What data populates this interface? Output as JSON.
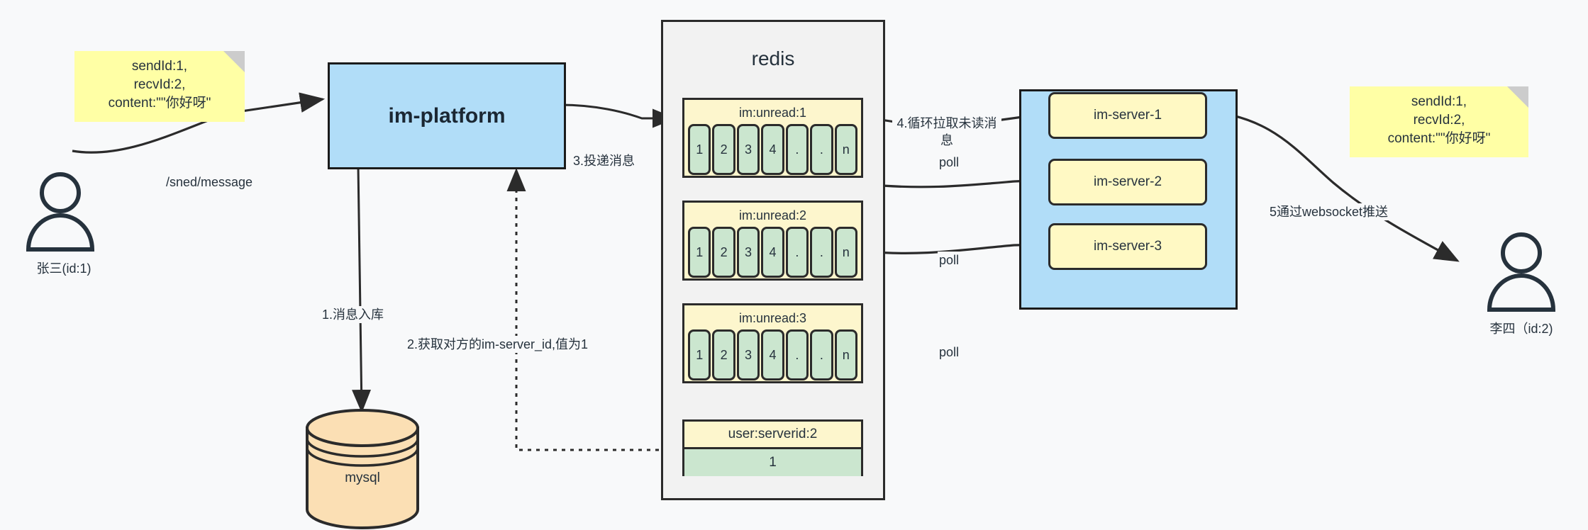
{
  "diagram": {
    "title": "im message flow",
    "colors": {
      "background": "#f8f9fa",
      "note": "#ffffa5",
      "note_fold": "#cccccc",
      "platform": "#b1ddf8",
      "redis_container": "#f2f2f2",
      "list_frame": "#fdf6cd",
      "list_cell": "#cbe6cf",
      "server_node": "#fff9c4",
      "mysql": "#fbdfb4",
      "stroke": "#2b2b2b"
    }
  },
  "notes": {
    "left": "sendId:1,\nrecvId:2,\ncontent:\"\"你好呀\"",
    "right": "sendId:1,\nrecvId:2,\ncontent:\"\"你好呀\""
  },
  "actors": {
    "sender": {
      "label": "张三(id:1)",
      "icon": "user-icon"
    },
    "receiver": {
      "label": "李四（id:2)",
      "icon": "user-icon"
    }
  },
  "nodes": {
    "platform": "im-platform",
    "mysql": "mysql",
    "redis_title": "redis"
  },
  "redis": {
    "lists": [
      {
        "key": "im:unread:1",
        "cells": [
          "1",
          "2",
          "3",
          "4",
          ".",
          ".",
          "n"
        ]
      },
      {
        "key": "im:unread:2",
        "cells": [
          "1",
          "2",
          "3",
          "4",
          ".",
          ".",
          "n"
        ]
      },
      {
        "key": "im:unread:3",
        "cells": [
          "1",
          "2",
          "3",
          "4",
          ".",
          ".",
          "n"
        ]
      }
    ],
    "kv": {
      "key": "user:serverid:2",
      "value": "1"
    }
  },
  "servers": [
    {
      "label": "im-server-1"
    },
    {
      "label": "im-server-2"
    },
    {
      "label": "im-server-3"
    }
  ],
  "edges": {
    "send_message": "/sned/message",
    "step1": "1.消息入库",
    "step2": "2.获取对方的im-server_id,值为1",
    "step3": "3.投递消息",
    "step4": "4.循环拉取未读消\n息",
    "poll1": "poll",
    "poll2": "poll",
    "poll3": "poll",
    "step5": "5通过websocket推送"
  }
}
